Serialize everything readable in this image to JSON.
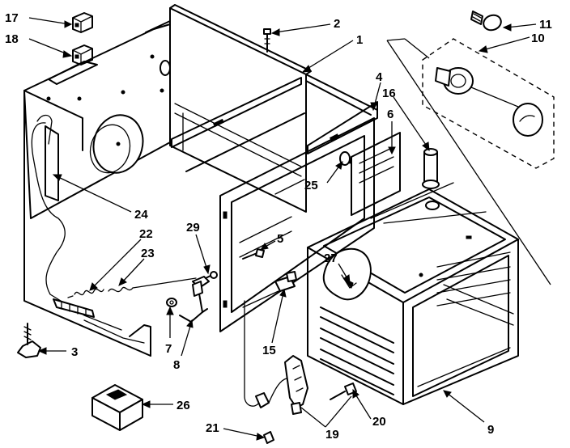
{
  "diagram": {
    "callouts": [
      {
        "id": "c1",
        "label": "1"
      },
      {
        "id": "c2",
        "label": "2"
      },
      {
        "id": "c3",
        "label": "3"
      },
      {
        "id": "c4",
        "label": "4"
      },
      {
        "id": "c5",
        "label": "5"
      },
      {
        "id": "c6",
        "label": "6"
      },
      {
        "id": "c7",
        "label": "7"
      },
      {
        "id": "c8",
        "label": "8"
      },
      {
        "id": "c9",
        "label": "9"
      },
      {
        "id": "c10",
        "label": "10"
      },
      {
        "id": "c11",
        "label": "11"
      },
      {
        "id": "c15",
        "label": "15"
      },
      {
        "id": "c16",
        "label": "16"
      },
      {
        "id": "c17",
        "label": "17"
      },
      {
        "id": "c18",
        "label": "18"
      },
      {
        "id": "c19",
        "label": "19"
      },
      {
        "id": "c20",
        "label": "20"
      },
      {
        "id": "c21",
        "label": "21"
      },
      {
        "id": "c22",
        "label": "22"
      },
      {
        "id": "c23",
        "label": "23"
      },
      {
        "id": "c24",
        "label": "24"
      },
      {
        "id": "c25",
        "label": "25"
      },
      {
        "id": "c26",
        "label": "26"
      },
      {
        "id": "c27",
        "label": "27"
      },
      {
        "id": "c29",
        "label": "29"
      }
    ]
  }
}
